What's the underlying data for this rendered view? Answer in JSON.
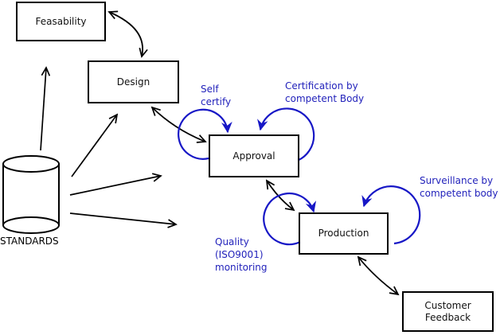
{
  "colors": {
    "background": "#ffffff",
    "line_black": "#000000",
    "annotation_blue": "#2222bb",
    "loop_blue": "#1717c6"
  },
  "nodes": [
    {
      "id": "feasability",
      "label": "Feasability"
    },
    {
      "id": "design",
      "label": "Design"
    },
    {
      "id": "approval",
      "label": "Approval"
    },
    {
      "id": "production",
      "label": "Production"
    },
    {
      "id": "customer-feedback",
      "lines": [
        "Customer",
        "Feedback"
      ]
    }
  ],
  "datastore": {
    "label": "STANDARDS"
  },
  "annotations": {
    "self_certify": {
      "lines": [
        "Self",
        "certify"
      ]
    },
    "certification": {
      "lines": [
        "Certification by",
        "competent Body"
      ]
    },
    "surveillance": {
      "lines": [
        "Surveillance by",
        "competent body"
      ]
    },
    "quality": {
      "lines": [
        "Quality",
        "(ISO9001)",
        "monitoring"
      ]
    }
  }
}
